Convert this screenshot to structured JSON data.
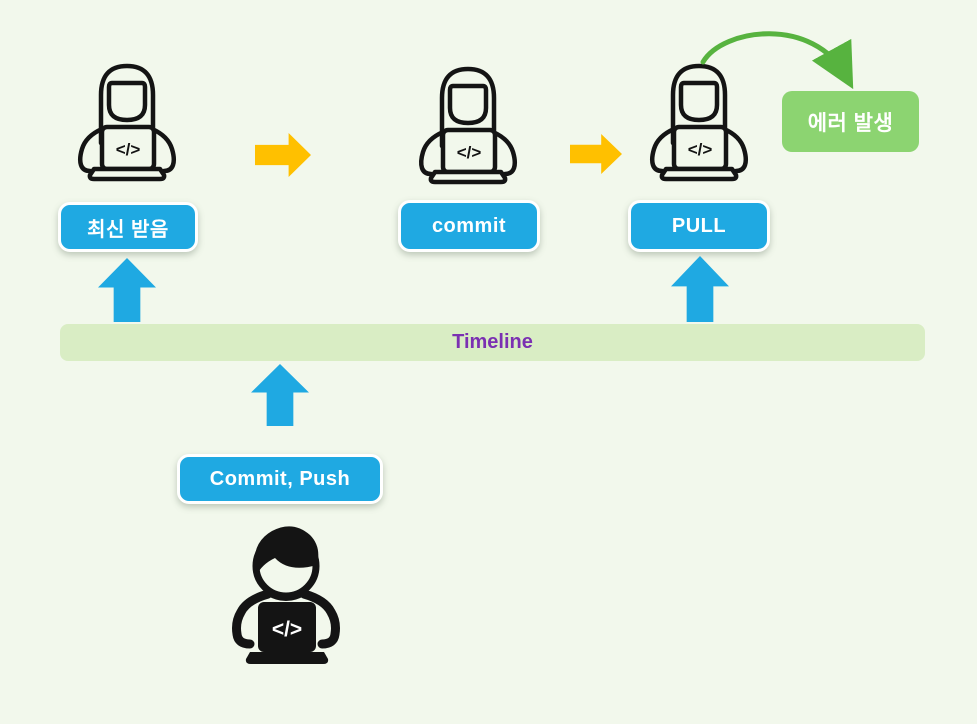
{
  "diagram": {
    "kind": "git-workflow-timeline",
    "laptop_glyph": "</>",
    "step_buttons": [
      {
        "label": "최신 받음"
      },
      {
        "label": "commit"
      },
      {
        "label": "PULL"
      }
    ],
    "error_badge": {
      "label": "에러 발생"
    },
    "timeline_bar": {
      "label": "Timeline"
    },
    "action_button": {
      "label": "Commit, Push"
    }
  },
  "icons": {
    "dev_female": "female-developer-laptop-icon",
    "dev_male": "male-developer-laptop-icon",
    "arrow_right": "right-block-arrow-icon",
    "arrow_up": "up-block-arrow-icon",
    "curved_arrow": "curved-green-arrow-icon"
  },
  "colors": {
    "background": "#f2f8ec",
    "button_blue": "#1fa9e2",
    "arrow_orange": "#ffc000",
    "arrow_blue": "#1fa9e2",
    "error_green": "#8cd471",
    "curved_arrow_green": "#57b33f",
    "timeline_bg": "#d9edc4",
    "timeline_text_purple": "#7b30b2",
    "icon_ink": "#141414"
  }
}
